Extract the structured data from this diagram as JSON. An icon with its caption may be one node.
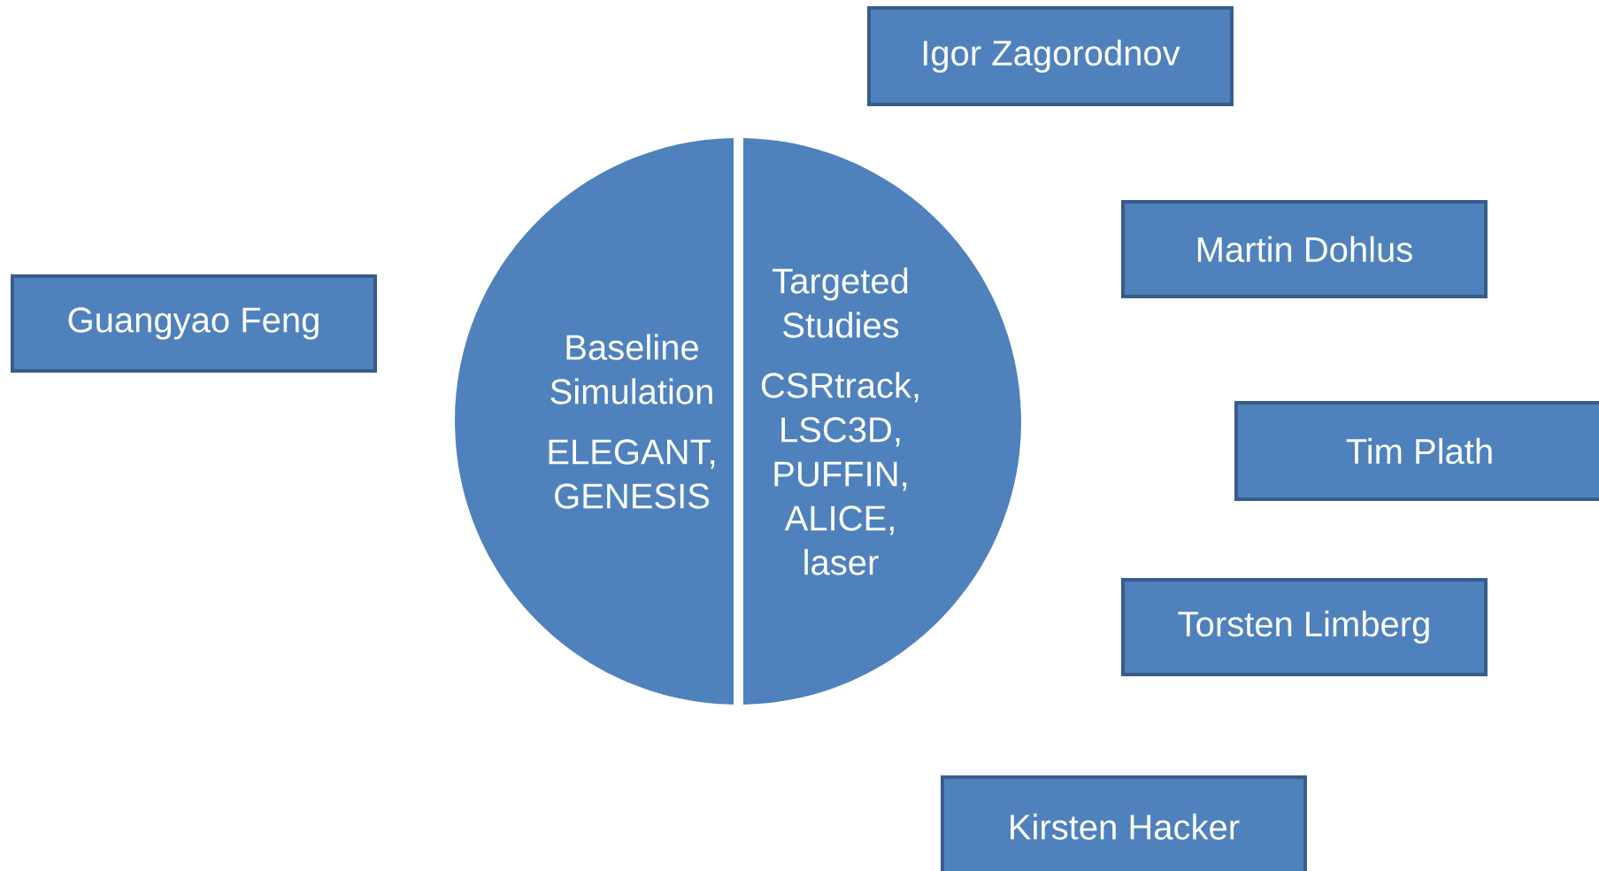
{
  "diagram": {
    "nodes": [
      {
        "text": [
          "Igor Zagorodnov"
        ]
      },
      {
        "text": [
          "Martin Dohlus"
        ]
      },
      {
        "text": [
          "Guangyao Feng"
        ]
      },
      {
        "text": [
          "Baseline Simulation",
          "ELEGANT, GENESIS"
        ]
      },
      {
        "text": [
          "Targeted Studies",
          "CSRtrack, LSC3D, PUFFIN, ALICE, laser"
        ]
      },
      {
        "text": [
          "Tim Plath"
        ]
      },
      {
        "text": [
          "Torsten Limberg"
        ]
      },
      {
        "text": [
          "Kirsten Hacker"
        ]
      }
    ]
  }
}
